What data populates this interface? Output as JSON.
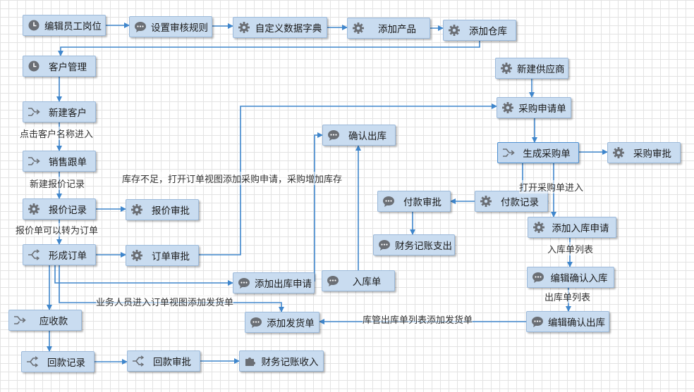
{
  "nodes": [
    {
      "id": "edit-post",
      "label": "编辑员工岗位",
      "icon": "clock-icon"
    },
    {
      "id": "set-review-rules",
      "label": "设置审核规则",
      "icon": "chat-icon"
    },
    {
      "id": "custom-dictionary",
      "label": "自定义数据字典",
      "icon": "gear-icon"
    },
    {
      "id": "add-product",
      "label": "添加产品",
      "icon": "gear-icon"
    },
    {
      "id": "add-warehouse",
      "label": "添加仓库",
      "icon": "gear-icon"
    },
    {
      "id": "customer-management",
      "label": "客户管理",
      "icon": "clock-icon"
    },
    {
      "id": "new-customer",
      "label": "新建客户",
      "icon": "merge-icon"
    },
    {
      "id": "sales-follow-up",
      "label": "销售跟单",
      "icon": "merge-icon"
    },
    {
      "id": "quotation-record",
      "label": "报价记录",
      "icon": "gear-icon"
    },
    {
      "id": "quotation-approval",
      "label": "报价审批",
      "icon": "gear-icon"
    },
    {
      "id": "create-order",
      "label": "形成订单",
      "icon": "split-icon"
    },
    {
      "id": "order-approval",
      "label": "订单审批",
      "icon": "gear-icon"
    },
    {
      "id": "add-outbound-request",
      "label": "添加出库申请",
      "icon": "chat-icon"
    },
    {
      "id": "inbound-slip",
      "label": "入库单",
      "icon": "chat-icon"
    },
    {
      "id": "confirm-outbound",
      "label": "确认出库",
      "icon": "chat-icon"
    },
    {
      "id": "receivables",
      "label": "应收款",
      "icon": "merge-icon"
    },
    {
      "id": "add-delivery-note",
      "label": "添加发货单",
      "icon": "chat-icon"
    },
    {
      "id": "payment-received-record",
      "label": "回款记录",
      "icon": "split-icon"
    },
    {
      "id": "payment-received-approval",
      "label": "回款审批",
      "icon": "split-icon"
    },
    {
      "id": "finance-income",
      "label": "财务记账收入",
      "icon": "puzzle-icon"
    },
    {
      "id": "new-supplier",
      "label": "新建供应商",
      "icon": "gear-icon"
    },
    {
      "id": "purchase-request",
      "label": "采购申请单",
      "icon": "gear-icon"
    },
    {
      "id": "create-purchase-order",
      "label": "生成采购单",
      "icon": "merge-icon"
    },
    {
      "id": "purchase-approval",
      "label": "采购审批",
      "icon": "gear-icon"
    },
    {
      "id": "payment-record",
      "label": "付款记录",
      "icon": "gear-icon"
    },
    {
      "id": "payment-approval",
      "label": "付款审批",
      "icon": "chat-icon"
    },
    {
      "id": "finance-expense",
      "label": "财务记账支出",
      "icon": "chat-icon"
    },
    {
      "id": "add-inbound-request",
      "label": "添加入库申请",
      "icon": "gear-icon"
    },
    {
      "id": "edit-confirm-inbound",
      "label": "编辑确认入库",
      "icon": "chat-icon"
    },
    {
      "id": "edit-confirm-outbound",
      "label": "编辑确认出库",
      "icon": "chat-icon"
    }
  ],
  "edge_labels": [
    {
      "id": "click-customer-name",
      "text": "点击客户名称进入"
    },
    {
      "id": "new-quotation-record",
      "text": "新建报价记录"
    },
    {
      "id": "quotation-to-order",
      "text": "报价单可以转为订单"
    },
    {
      "id": "insufficient-stock",
      "text": "库存不足，打开订单视图添加采购申请，采购增加库存"
    },
    {
      "id": "sales-add-delivery",
      "text": "业务人员进入订单视图添加发货单"
    },
    {
      "id": "open-purchase-order",
      "text": "打开采购单进入"
    },
    {
      "id": "inbound-list",
      "text": "入库单列表"
    },
    {
      "id": "outbound-list",
      "text": "出库单列表"
    },
    {
      "id": "warehouse-add-delivery",
      "text": "库管出库单列表添加发货单"
    }
  ],
  "colors": {
    "node_fill": "#c9dcf0",
    "node_border": "#9bb9da",
    "edge": "#3f86cc",
    "icon": "#6b6f75"
  }
}
